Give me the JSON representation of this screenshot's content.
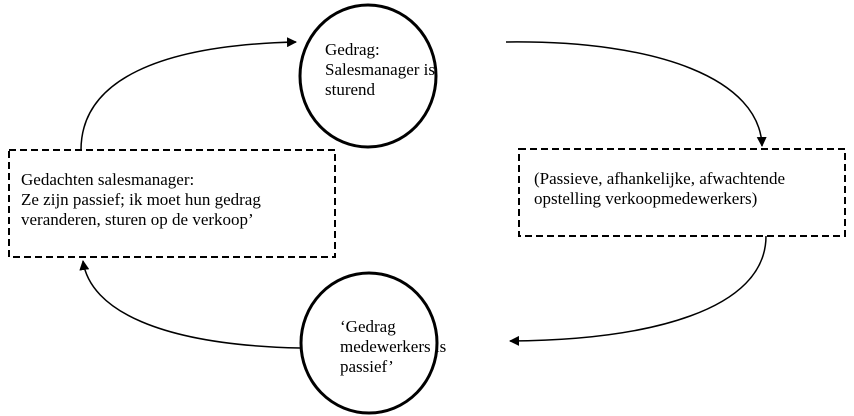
{
  "nodes": {
    "top": {
      "lines": [
        "Gedrag:",
        "Salesmanager is",
        "sturend"
      ]
    },
    "right": {
      "lines": [
        "(Passieve, afhankelijke, afwachtende",
        "opstelling verkoopmedewerkers)"
      ]
    },
    "bottom": {
      "lines": [
        "‘Gedrag",
        "medewerkers is",
        "passief’"
      ]
    },
    "left": {
      "lines": [
        "Gedachten salesmanager:",
        "Ze zijn passief; ik moet hun gedrag",
        "veranderen, sturen op de verkoop’"
      ]
    }
  },
  "edges": [
    {
      "from": "left",
      "to": "top"
    },
    {
      "from": "top",
      "to": "right"
    },
    {
      "from": "right",
      "to": "bottom"
    },
    {
      "from": "bottom",
      "to": "left"
    }
  ]
}
